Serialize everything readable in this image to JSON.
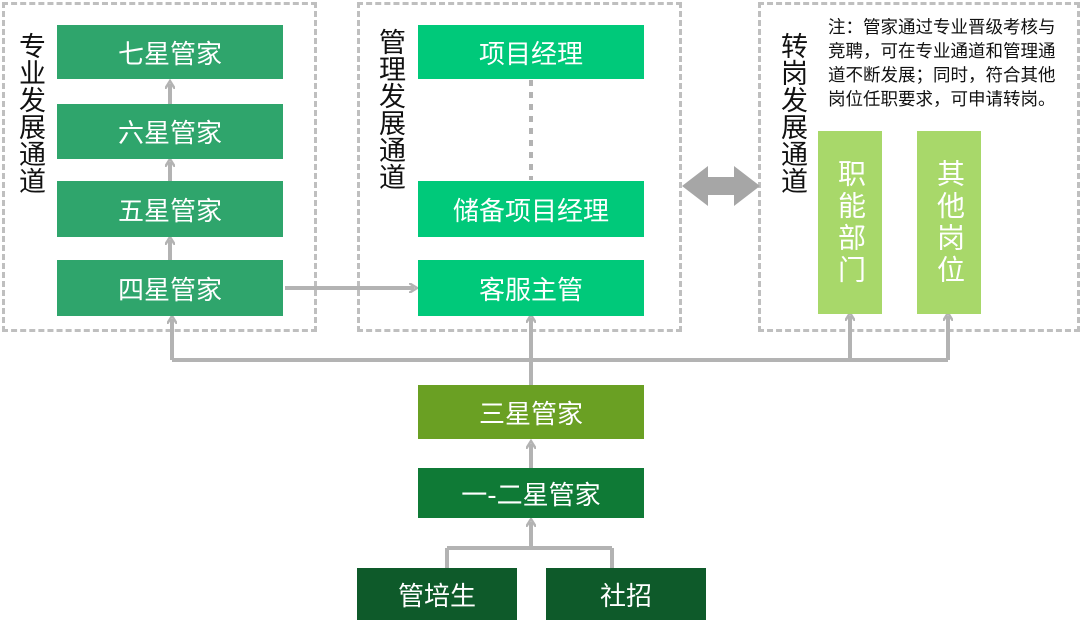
{
  "panels": {
    "professional_title": "专业发展通道",
    "management_title": "管理发展通道",
    "transfer_title": "转岗发展通道"
  },
  "professional": {
    "seven_star": "七星管家",
    "six_star": "六星管家",
    "five_star": "五星管家",
    "four_star": "四星管家"
  },
  "management": {
    "project_manager": "项目经理",
    "reserve_pm": "储备项目经理",
    "cs_supervisor": "客服主管"
  },
  "transfer": {
    "note": "注：管家通过专业晋级考核与竞聘，可在专业通道和管理通道不断发展；同时，符合其他岗位任职要求，可申请转岗。",
    "functional_dept": "职能部门",
    "other_posts": "其他岗位"
  },
  "base": {
    "three_star": "三星管家",
    "one_two_star": "一-二星管家",
    "trainee": "管培生",
    "social_recruit": "社招"
  },
  "colors": {
    "professional_box": "#2fa56c",
    "management_box": "#00c97a",
    "transfer_box": "#a8d86a",
    "three_star_box": "#6aa023",
    "one_two_star_box": "#0f7a36",
    "entry_box": "#0e5a2a",
    "arrow": "#b3b3b3",
    "panel_border": "#bfbfbf"
  }
}
